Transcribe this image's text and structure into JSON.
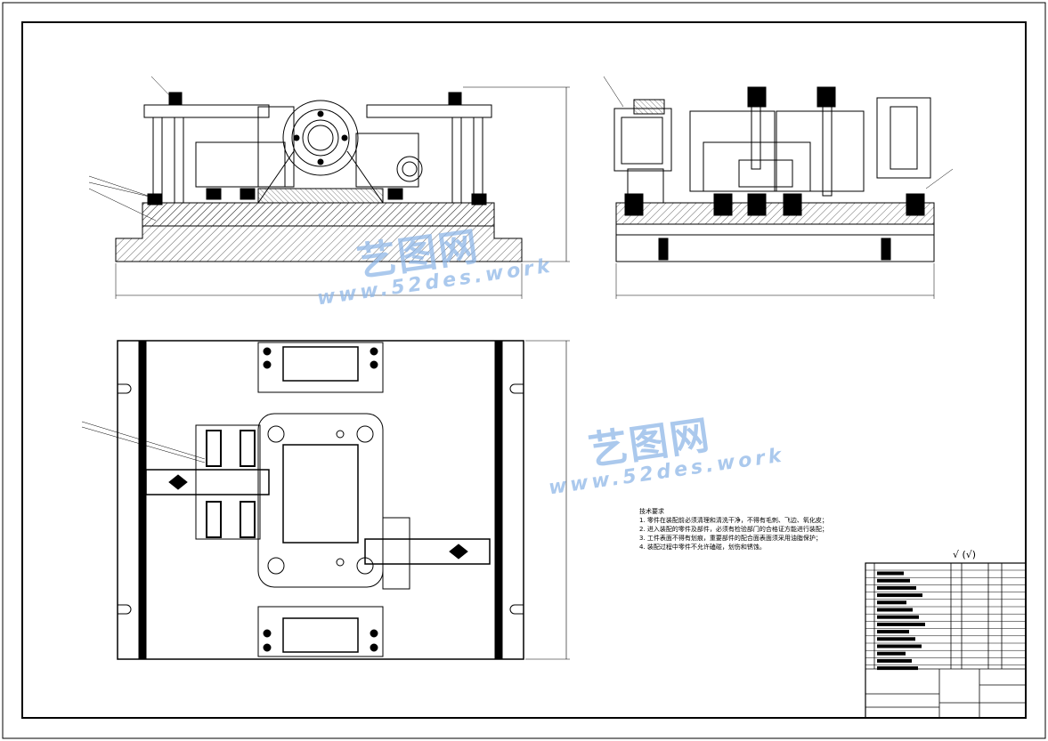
{
  "watermark": {
    "brand": "艺图网",
    "url": "www.52des.work",
    "color": "#8fb7e8"
  },
  "technical_requirements": {
    "title": "技术要求",
    "items": [
      "1. 零件在装配前必须清理和清洗干净，不得有毛刺、飞边、氧化皮；",
      "2. 进入装配的零件及部件，必须有检验部门的合格证方能进行装配；",
      "3. 工件表面不得有划痕，重要部件的配合面表面须采用油脂保护；",
      "4. 装配过程中零件不允许磕碰，划伤和锈蚀。"
    ]
  },
  "roughness_symbol": "√ (√)",
  "colors": {
    "line": "#000000",
    "hatch": "#000000",
    "background": "#ffffff"
  }
}
